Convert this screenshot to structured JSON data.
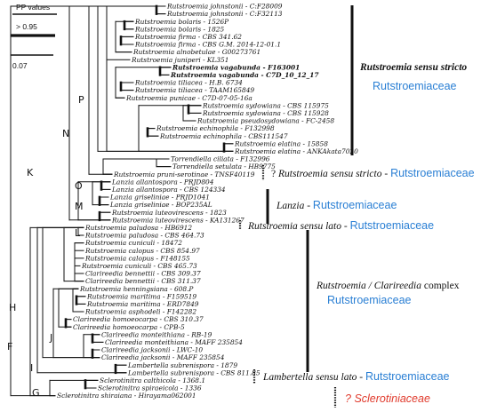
{
  "legend": {
    "pp_title": "PP values",
    "pp_value": "> 0.95",
    "scale_value": "0.07"
  },
  "colors": {
    "family": "#2a7fd4",
    "sclerotiniaceae": "#e03a2c",
    "tree": "#111111"
  },
  "nodes": [
    "P",
    "N",
    "K",
    "O",
    "M",
    "L",
    "H",
    "J",
    "F",
    "I",
    "G"
  ],
  "taxa": [
    "Rutstroemia johnstonii - C:F28009",
    "Rutstroemia johnstonii - C:F32113",
    "Rutstroemia bolaris - 1526P",
    "Rutstroemia bolaris - 1825",
    "Rutstroemia firma - CBS 341.62",
    "Rutstroemia firma - CBS G.M. 2014-12-01.1",
    "Rutstroemia alnobetulae - G00273761",
    "Rutstroemia juniperi - KL351",
    "Rutstroemia vagabunda - F163001",
    "Rutstroemia vagabunda - C7D_10_12_17",
    "Rutstroemia tiliacea - H.B. 6734",
    "Rutstroemia tiliacea - TAAM165849",
    "Rutstroemia punicae - C7D-07-05-16a",
    "Rutstroemia sydowiana - CBS 115975",
    "Rutstroemia sydowiana - CBS 115928",
    "Rutstroemia pseudosydowiana - FC-2458",
    "Rutstroemia echinophila - F132998",
    "Rutstroemia echinophila - CBS111547",
    "Rutstroemia elatina - 15858",
    "Rutstroemia elatina - ANKAkata7020",
    "Torrendiella ciliata - F132996",
    "Torrendiella setulata - HB9775",
    "Rutstroemia pruni-serotinae - TNSF40119",
    "Lanzia allantospora - PRJD804",
    "Lanzia allantospora - CBS 124334",
    "Lanzia griseliniae - PRJD1041",
    "Lanzia griseliniae - BOP235AL",
    "Rutstroemia luteovirescens - 1823",
    "Rutstroemia luteovirescens - KA131267",
    "Rutstroemia paludosa - HB6912",
    "Rutstroemia paludosa - CBS 464.73",
    "Rutstroemia cuniculi - 18472",
    "Rutstroemia calopus - CBS 854.97",
    "Rutstroemia calopus - F148155",
    "Rutstroemia cuniculi - CBS 465.73",
    "Clarireedia bennettii - CBS 309.37",
    "Clarireedia bennettii - CBS 311.37",
    "Rutstroemia henningsiana - 608.P",
    "Rutstroemia maritima - F159519",
    "Rutstroemia maritima - ERD7849",
    "Rutstroemia asphodeli - F142282",
    "Clarireedia homoeocarpa - CBS 310.37",
    "Clarireedia homoeocarpa - CPB-5",
    "Clarireedia monteithiana - RB-19",
    "Clarireedia monteithiana - MAFF 235854",
    "Clarireedia jacksonii - LWC-10",
    "Clarireedia jacksonii - MAFF 235854",
    "Lambertella subrenispora - 1879",
    "Lambertella subrenispora - CBS 811.85",
    "Sclerotinitra calthicola - 1368.1",
    "Sclerotinitra spiraeicola - 1336",
    "Sclerotinitra shiraiana - Hirayama062001"
  ],
  "groups": [
    {
      "name": "Rutstroemia sensu stricto",
      "family": "Rutstroemiaceae"
    },
    {
      "prefix": "? ",
      "name": "Rutstroemia sensu stricto",
      "sep": " - ",
      "family": "Rutstroemiaceae"
    },
    {
      "name": "Lanzia",
      "sep": " - ",
      "family": "Rutstroemiaceae"
    },
    {
      "name": "Rutstroemia sensu lato",
      "sep": " - ",
      "family": "Rutstroemiaceae"
    },
    {
      "name": "Rutstroemia / Clarireedia",
      "suffix": " complex",
      "family": "Rutstroemiaceae"
    },
    {
      "name": "Lambertella sensu lato",
      "sep": " - ",
      "family": "Rutstroemiaceae"
    },
    {
      "prefix": "? ",
      "family": "Sclerotiniaceae"
    }
  ]
}
